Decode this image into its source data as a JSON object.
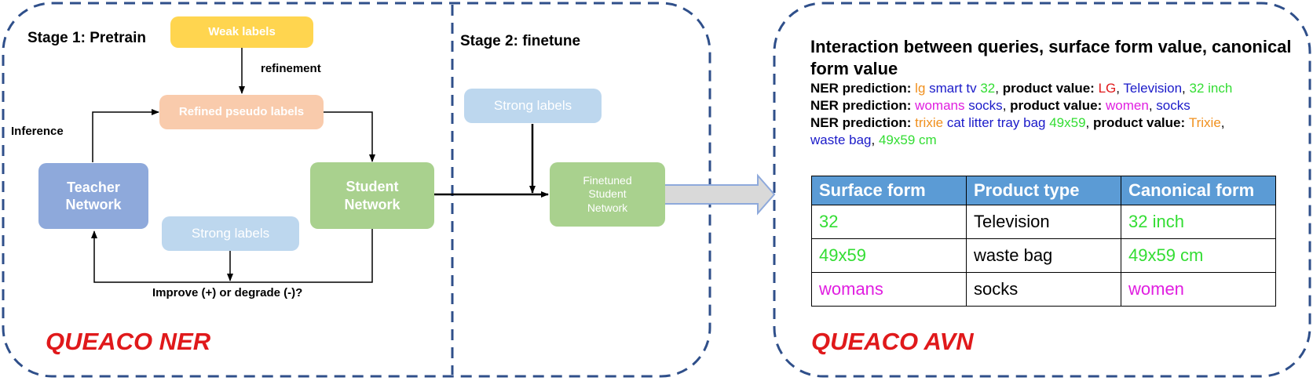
{
  "ner_panel": {
    "title": "QUEACO NER",
    "stage1_label": "Stage 1: Pretrain",
    "stage2_label": "Stage 2: finetune",
    "weak_labels": "Weak labels",
    "refinement": "refinement",
    "refined_pseudo_labels": "Refined pseudo labels",
    "inference": "Inference",
    "teacher_network": "Teacher Network",
    "student_network": "Student Network",
    "strong_labels_stage1": "Strong labels",
    "improve_question": "Improve (+) or degrade (-)?",
    "strong_labels_stage2": "Strong labels",
    "finetuned_student_network": "Finetuned Student Network"
  },
  "avn_panel": {
    "title": "QUEACO AVN",
    "heading": "Interaction between queries, surface form value, canonical form value",
    "ner_rows": [
      {
        "tokens": [
          {
            "text": "NER prediction: ",
            "color": "#000000",
            "bold": true
          },
          {
            "text": "lg",
            "color": "#f0901e",
            "bold": false
          },
          {
            "text": " ",
            "color": "#000000",
            "bold": false
          },
          {
            "text": "smart tv",
            "color": "#1a1ac9",
            "bold": false
          },
          {
            "text": " ",
            "color": "#000000",
            "bold": false
          },
          {
            "text": "32",
            "color": "#33dd33",
            "bold": false
          },
          {
            "text": ", ",
            "color": "#000000",
            "bold": false
          },
          {
            "text": "product value: ",
            "color": "#000000",
            "bold": true
          },
          {
            "text": "LG",
            "color": "#e0191b",
            "bold": false
          },
          {
            "text": ", ",
            "color": "#000000",
            "bold": false
          },
          {
            "text": "Television",
            "color": "#1a1ac9",
            "bold": false
          },
          {
            "text": ", ",
            "color": "#000000",
            "bold": false
          },
          {
            "text": "32 inch",
            "color": "#33dd33",
            "bold": false
          }
        ]
      },
      {
        "tokens": [
          {
            "text": "NER prediction: ",
            "color": "#000000",
            "bold": true
          },
          {
            "text": "womans",
            "color": "#e01ee0",
            "bold": false
          },
          {
            "text": " ",
            "color": "#000000",
            "bold": false
          },
          {
            "text": "socks",
            "color": "#1a1ac9",
            "bold": false
          },
          {
            "text": ", ",
            "color": "#000000",
            "bold": false
          },
          {
            "text": "product value: ",
            "color": "#000000",
            "bold": true
          },
          {
            "text": "women",
            "color": "#e01ee0",
            "bold": false
          },
          {
            "text": ", ",
            "color": "#000000",
            "bold": false
          },
          {
            "text": "socks",
            "color": "#1a1ac9",
            "bold": false
          }
        ]
      },
      {
        "tokens": [
          {
            "text": "NER prediction: ",
            "color": "#000000",
            "bold": true
          },
          {
            "text": "trixie",
            "color": "#f0901e",
            "bold": false
          },
          {
            "text": " ",
            "color": "#000000",
            "bold": false
          },
          {
            "text": "cat litter tray bag",
            "color": "#1a1ac9",
            "bold": false
          },
          {
            "text": " ",
            "color": "#000000",
            "bold": false
          },
          {
            "text": "49x59",
            "color": "#33dd33",
            "bold": false
          },
          {
            "text": ", ",
            "color": "#000000",
            "bold": false
          },
          {
            "text": "product value: ",
            "color": "#000000",
            "bold": true
          },
          {
            "text": "Trixie",
            "color": "#f0901e",
            "bold": false
          },
          {
            "text": ",",
            "color": "#000000",
            "bold": false
          },
          {
            "text": "\n",
            "color": "#000000",
            "bold": false
          },
          {
            "text": "waste bag",
            "color": "#1a1ac9",
            "bold": false
          },
          {
            "text": ", ",
            "color": "#000000",
            "bold": false
          },
          {
            "text": "49x59 cm",
            "color": "#33dd33",
            "bold": false
          }
        ]
      }
    ],
    "table": {
      "headers": [
        "Surface form",
        "Product type",
        "Canonical form"
      ],
      "rows": [
        [
          {
            "text": "32",
            "color": "#33dd33"
          },
          {
            "text": "Television",
            "color": "#000000"
          },
          {
            "text": "32 inch",
            "color": "#33dd33"
          }
        ],
        [
          {
            "text": "49x59",
            "color": "#33dd33"
          },
          {
            "text": "waste bag",
            "color": "#000000"
          },
          {
            "text": "49x59 cm",
            "color": "#33dd33"
          }
        ],
        [
          {
            "text": "womans",
            "color": "#e01ee0"
          },
          {
            "text": "socks",
            "color": "#000000"
          },
          {
            "text": "women",
            "color": "#e01ee0"
          }
        ]
      ]
    }
  },
  "colors": {
    "panel_border": "#2f4f8a",
    "weak_labels": "#ffd54f",
    "refined_labels": "#f9cbac",
    "teacher": "#8ea9db",
    "student": "#a9d18e",
    "strong_labels": "#bdd7ee",
    "finetuned": "#a9d18e",
    "arrow": "#d9d9d9",
    "title_red": "#e0191b",
    "table_header": "#5b9bd5"
  }
}
